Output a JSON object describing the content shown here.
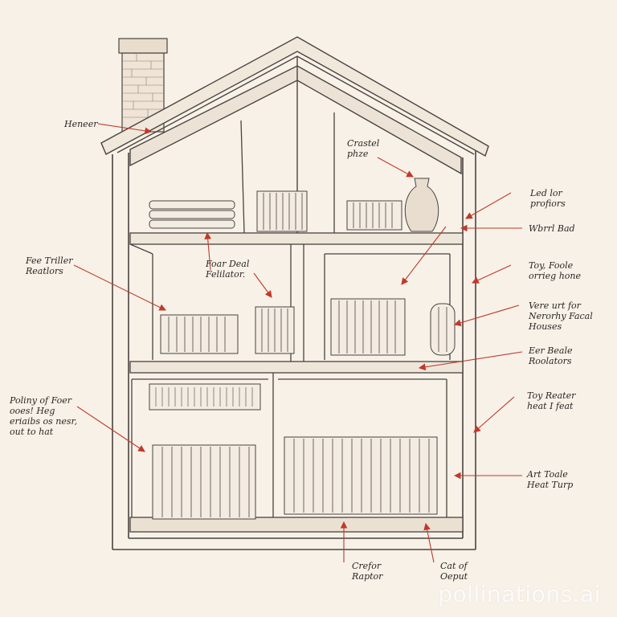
{
  "labels": {
    "heater": "Heneer",
    "crested_plate": "Crastel\nphze",
    "led_profiors": "Led lor\nprofiors",
    "warm_bad": "Wbrrl Bad",
    "fee_triller": "Fee Triller\nReatlors",
    "foar_deal": "Foar Deal\nFelilator.",
    "toy_foole": "Toy, Foole\norrieg hone",
    "vere_urt": "Vere urt for\nNerorhy Facal\nHouses",
    "eer_beale": "Eer Beale\nRoolators",
    "pollity": "Poliny of Foer\nooes! Heg\neriaibs os nesr,\nout to hat",
    "toy_reater": "Toy Reater\nheat I feat",
    "art_toale": "Art Toale\nHeat Turp",
    "crefor_raptor": "Crefor\nRaptor",
    "cat_output": "Cat of\nOeput"
  },
  "watermark": "pollinations.ai",
  "colors": {
    "paper": "#f7f1e8",
    "ink": "#4a4440",
    "arrow": "#c0392b",
    "chimney": "#c9b9a6"
  }
}
